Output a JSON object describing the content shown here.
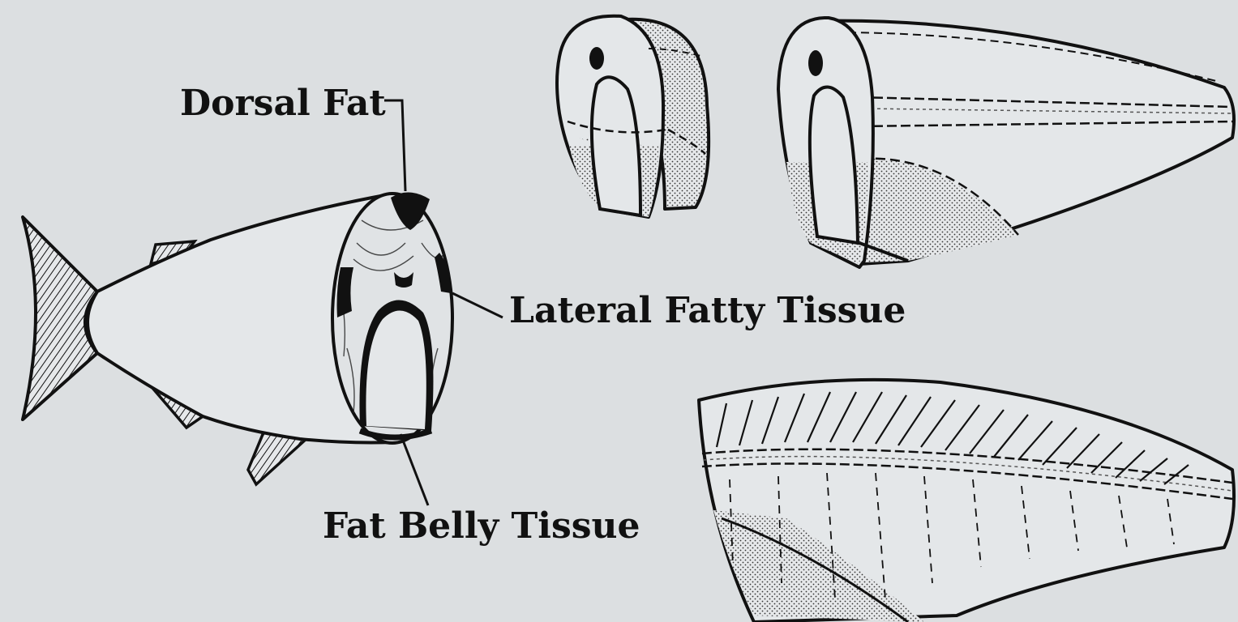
{
  "diagram": {
    "labels": {
      "dorsal_fat": "Dorsal Fat",
      "lateral_fatty_tissue": "Lateral Fatty Tissue",
      "fat_belly_tissue": "Fat Belly Tissue"
    },
    "colors": {
      "background": "#dcdfe1",
      "ink": "#111111",
      "flesh": "#e4e7e9",
      "fat_dark": "#111111"
    }
  }
}
